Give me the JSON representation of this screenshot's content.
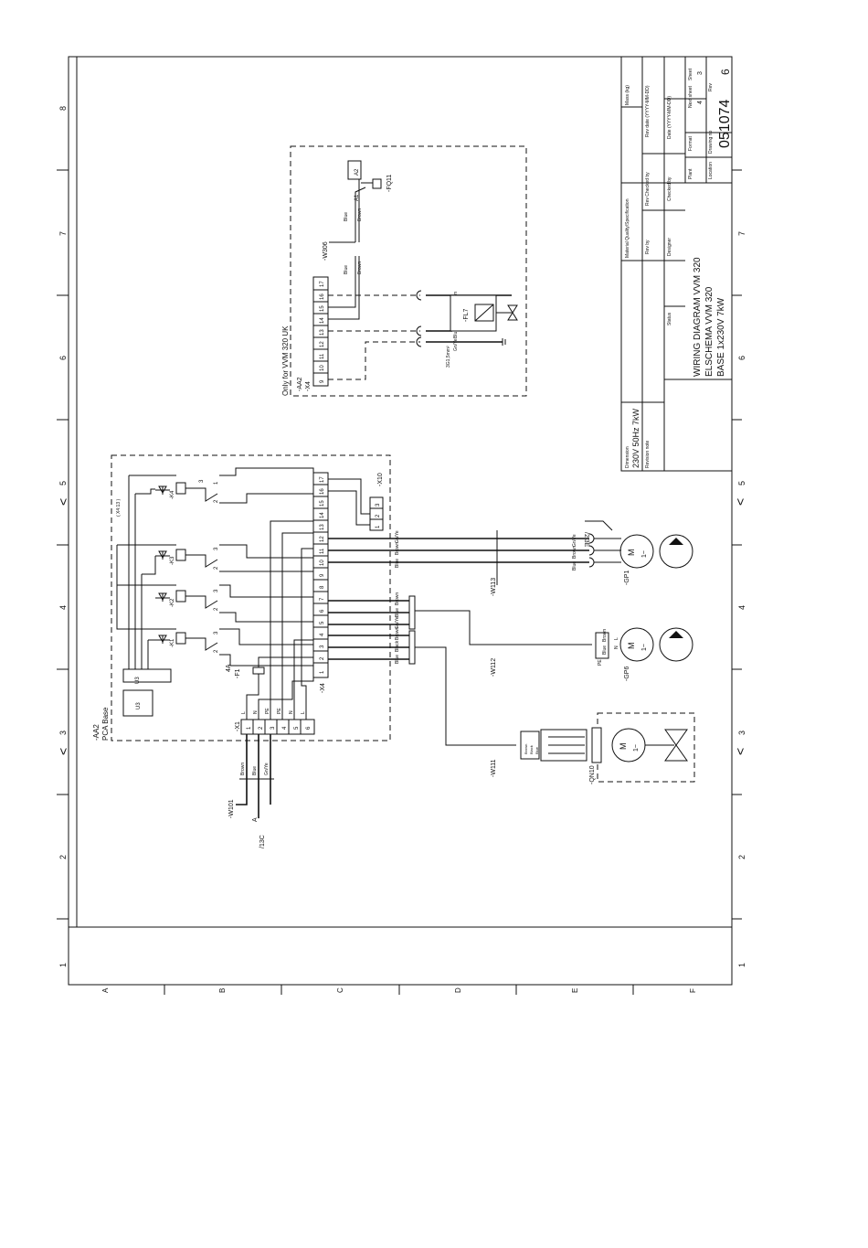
{
  "title_block": {
    "mass_label": "Mass (kg)",
    "rev_date_label": "Rev date (YYYY-MM-DD)",
    "next_sheet_label": "Next sheet",
    "next_sheet_value": "4",
    "sheet_label": "Sheet",
    "sheet_value": "3",
    "rev_label": "Rev",
    "rev_value": "6",
    "date_label": "Date (YYYY-MM-DD)",
    "format_label": "Format",
    "drawing_no_label": "Drawing no",
    "drawing_no": "051074",
    "checked_by_label": "Checked by",
    "rev_checked_by_label": "Rev Checked by",
    "plant_label": "Plant",
    "location_label": "Location",
    "material_label": "Material Quality/Specification",
    "rev_by_label": "Rev by",
    "designer_label": "Designer",
    "status_label": "Status",
    "title_line1": "WIRING DIAGRAM VVM 320",
    "title_line2": "ELSCHEMA VVM 320",
    "title_line3": "BASE 1x230V 7kW",
    "dimension_label": "Dimension",
    "dimension_value": "230V 50Hz 7kW",
    "revision_note_label": "Revision note"
  },
  "grid": {
    "rows": [
      "1",
      "2",
      "3",
      "4",
      "5",
      "6",
      "7",
      "8"
    ],
    "cols": [
      "A",
      "B",
      "C",
      "D",
      "E",
      "F"
    ],
    "arrow_symbol": "<"
  },
  "uk_block": {
    "note": "Only for VVM 320 UK",
    "aa2": "-AA2",
    "x4": "-X4",
    "terminals": [
      "9",
      "10",
      "11",
      "12",
      "13",
      "14",
      "15",
      "16",
      "17"
    ],
    "w306": "-W306",
    "fq11": "-FQ11",
    "fl7": "-FL7",
    "a1": "A1",
    "a2": "A2",
    "blue": "Blue",
    "brown": "Brown",
    "gr_ye": "Gn/Ye",
    "area": "3G1,5mm²"
  },
  "pca_block": {
    "aa2": "-AA2",
    "name": "PCA Base",
    "x1": "-X1",
    "x1_terms": [
      "1",
      "2",
      "3",
      "4",
      "5",
      "6"
    ],
    "x1_top": [
      "L",
      "N",
      "PE",
      "PE",
      "N",
      "L"
    ],
    "x4": "-X4",
    "x4_terms": [
      "1",
      "2",
      "3",
      "4",
      "5",
      "6",
      "7",
      "8",
      "9",
      "10",
      "11",
      "12",
      "13",
      "14",
      "15",
      "16",
      "17"
    ],
    "x10": "-X10",
    "x10_terms": [
      "1",
      "2",
      "3"
    ],
    "f1": "-F1",
    "f1_rating": "4A",
    "relays": [
      "-K1",
      "-K2",
      "-K3",
      "-K4"
    ],
    "note_k4": "( X4:13 )",
    "relay_contacts": [
      "1",
      "2",
      "3"
    ],
    "u3": "U3",
    "w101": "-W101",
    "ref_13c": "/13C",
    "cable_brown": "Brown",
    "cable_blue": "Blue",
    "cable_gnye": "Gn/Ye",
    "symbol_a": "A"
  },
  "devices": {
    "w111": "-W111",
    "w112": "-W112",
    "w113": "-W113",
    "qn10": "-QN10",
    "gp6": "-GP6",
    "gp1": "-GP1",
    "ref_2_3e": "/2.3E",
    "motor": "M",
    "ac": "1~",
    "wire_brown": "Brown",
    "wire_blue": "Blue",
    "wire_black": "Black",
    "wire_gnye": "Gn/Ye",
    "pe": "PE",
    "n": "N",
    "l": "L"
  },
  "colors": {
    "ink": "#111111",
    "paper": "#ffffff"
  }
}
